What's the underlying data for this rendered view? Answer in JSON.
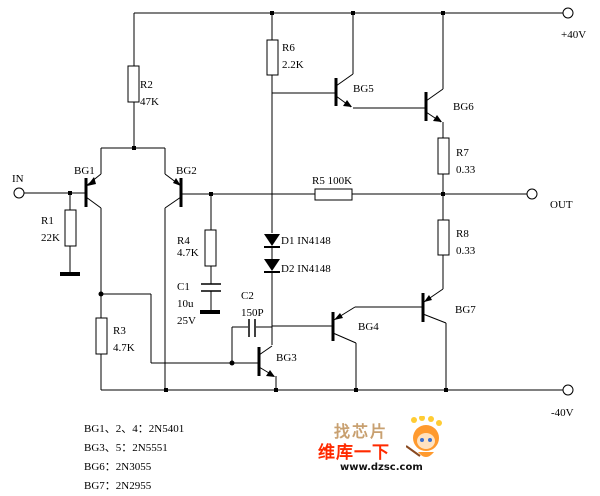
{
  "diagram": {
    "type": "circuit-schematic",
    "terminals": {
      "input": "IN",
      "output": "OUT",
      "positive_supply": "+40V",
      "negative_supply": "-40V"
    },
    "components": {
      "R1": {
        "name": "R1",
        "value": "22K"
      },
      "R2": {
        "name": "R2",
        "value": "47K"
      },
      "R3": {
        "name": "R3",
        "value": "4.7K"
      },
      "R4": {
        "name": "R4",
        "value": "4.7K"
      },
      "R5": {
        "name": "R5",
        "value": "100K",
        "label": "R5 100K"
      },
      "R6": {
        "name": "R6",
        "value": "2.2K"
      },
      "R7": {
        "name": "R7",
        "value": "0.33"
      },
      "R8": {
        "name": "R8",
        "value": "0.33"
      },
      "C1": {
        "name": "C1",
        "value": "10u",
        "voltage": "25V"
      },
      "C2": {
        "name": "C2",
        "value": "150P"
      },
      "D1": {
        "label": "D1 IN4148"
      },
      "D2": {
        "label": "D2 IN4148"
      },
      "BG1": {
        "name": "BG1",
        "type": "PNP"
      },
      "BG2": {
        "name": "BG2",
        "type": "PNP"
      },
      "BG3": {
        "name": "BG3",
        "type": "NPN"
      },
      "BG4": {
        "name": "BG4",
        "type": "PNP"
      },
      "BG5": {
        "name": "BG5",
        "type": "NPN"
      },
      "BG6": {
        "name": "BG6",
        "type": "NPN"
      },
      "BG7": {
        "name": "BG7",
        "type": "PNP"
      }
    },
    "parts_list": [
      "BG1、2、4：2N5401",
      "BG3、5：2N5551",
      "BG6：2N3055",
      "BG7：2N2955"
    ]
  },
  "watermark": {
    "top_text": "找芯片",
    "mid_text": "维库一下",
    "url": "www.dzsc.com"
  }
}
